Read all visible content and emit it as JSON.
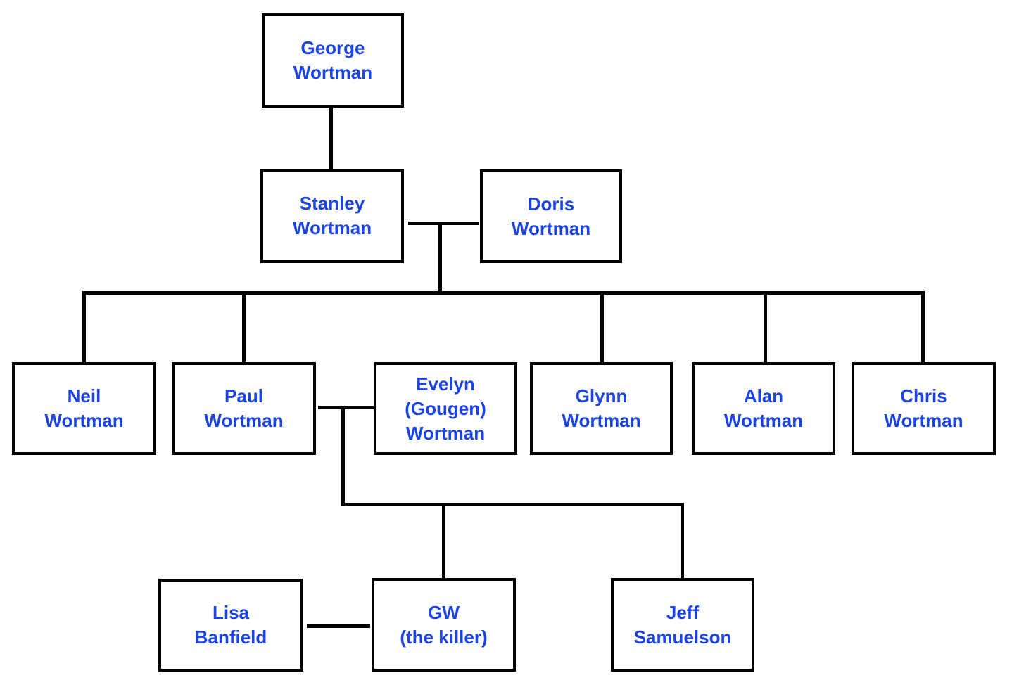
{
  "diagram": {
    "type": "family-tree",
    "nodes": {
      "george": {
        "label": "George\nWortman"
      },
      "stanley": {
        "label": "Stanley\nWortman"
      },
      "doris": {
        "label": "Doris\nWortman"
      },
      "neil": {
        "label": "Neil\nWortman"
      },
      "paul": {
        "label": "Paul\nWortman"
      },
      "evelyn": {
        "label": "Evelyn\n(Gougen)\nWortman"
      },
      "glynn": {
        "label": "Glynn\nWortman"
      },
      "alan": {
        "label": "Alan\nWortman"
      },
      "chris": {
        "label": "Chris\nWortman"
      },
      "lisa": {
        "label": "Lisa\nBanfield"
      },
      "gw": {
        "label": "GW\n(the killer)"
      },
      "jeff": {
        "label": "Jeff\nSamuelson"
      }
    }
  },
  "colors": {
    "name_text_blue": "#1c43e4",
    "connector_black": "#000000",
    "box_background": "#ffffff",
    "box_border": "#000000"
  }
}
